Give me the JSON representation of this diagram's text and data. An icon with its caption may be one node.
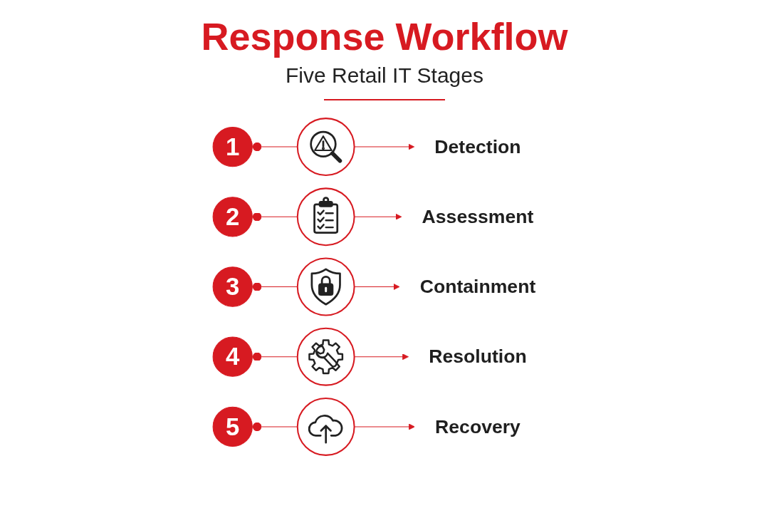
{
  "diagram": {
    "title": "Response Workflow",
    "nodes": [
      {
        "text": [
          "1"
        ]
      },
      {
        "text": [],
        "shape": "circle"
      },
      {
        "text": [
          "Detection"
        ]
      },
      {
        "text": [
          "2"
        ]
      },
      {
        "text": [],
        "shape": "circle"
      },
      {
        "text": [
          "Assessment"
        ]
      },
      {
        "text": [
          "3"
        ]
      },
      {
        "text": [],
        "shape": "circle"
      },
      {
        "text": [
          "Containment"
        ]
      },
      {
        "text": [
          "4"
        ]
      },
      {
        "text": [],
        "shape": "circle"
      },
      {
        "text": [
          "Resolution"
        ]
      },
      {
        "text": [
          "5"
        ]
      },
      {
        "text": [],
        "shape": "circle"
      },
      {
        "text": [
          "Recovery"
        ]
      }
    ],
    "edges": [
      {
        "from": 0,
        "to": 1,
        "arrow": "other"
      },
      {
        "from": 1,
        "to": 2,
        "arrow": "to"
      },
      {
        "from": 3,
        "to": 4,
        "arrow": "other"
      },
      {
        "from": 4,
        "to": 5,
        "arrow": "to"
      },
      {
        "from": 6,
        "to": 7,
        "arrow": "other"
      },
      {
        "from": 7,
        "to": 8,
        "arrow": "to"
      },
      {
        "from": 9,
        "to": 10,
        "arrow": "other"
      },
      {
        "from": 10,
        "to": 11,
        "arrow": "to"
      },
      {
        "from": 12,
        "to": 13,
        "arrow": "other"
      },
      {
        "from": 13,
        "to": 14,
        "arrow": "to"
      }
    ],
    "labels": [
      "Five Retail IT Stages"
    ]
  }
}
